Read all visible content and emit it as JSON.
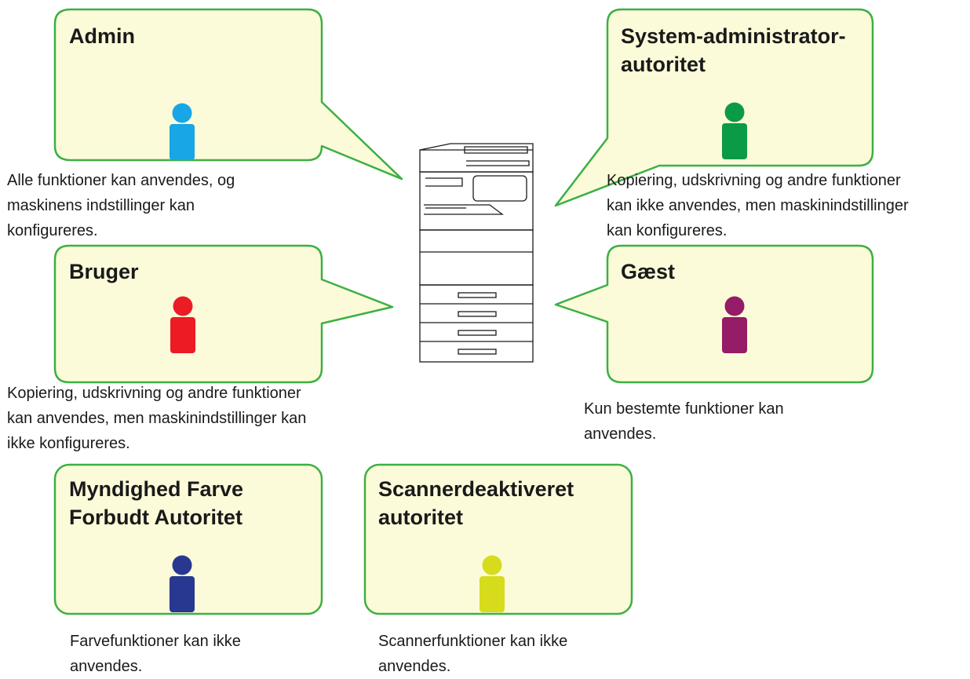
{
  "colors": {
    "bubble_fill": "#fcfbd9",
    "bubble_border": "#3cb043",
    "printer_line": "#1a1a1a"
  },
  "roles": [
    {
      "id": "admin",
      "title": "Admin",
      "icon": "user-icon",
      "icon_color": "#18a6e6",
      "description": "Alle funktioner kan anvendes, og\nmaskinens indstillinger kan\nkonfigureres."
    },
    {
      "id": "system-administrator",
      "title": "System-administrator-\nautoritet",
      "icon": "user-icon",
      "icon_color": "#0b9b46",
      "description": "Kopiering, udskrivning og andre funktioner\nkan ikke anvendes, men maskinindstillinger\nkan konfigureres."
    },
    {
      "id": "bruger",
      "title": "Bruger",
      "icon": "user-icon",
      "icon_color": "#ec1c24",
      "description": "Kopiering, udskrivning og andre funktioner\nkan anvendes, men maskinindstillinger kan\nikke konfigureres."
    },
    {
      "id": "gaest",
      "title": "Gæst",
      "icon": "user-icon",
      "icon_color": "#951c66",
      "description": "Kun bestemte funktioner kan\nanvendes."
    },
    {
      "id": "farve-forbudt",
      "title": "Myndighed Farve\nForbudt Autoritet",
      "icon": "user-icon",
      "icon_color": "#283891",
      "description": "Farvefunktioner kan ikke\nanvendes."
    },
    {
      "id": "scanner-deaktiveret",
      "title": "Scannerdeaktiveret\nautoritet",
      "icon": "user-icon",
      "icon_color": "#d6dc1c",
      "description": "Scannerfunktioner kan ikke\nanvendes."
    }
  ],
  "device": {
    "icon": "multifunction-printer-icon"
  }
}
